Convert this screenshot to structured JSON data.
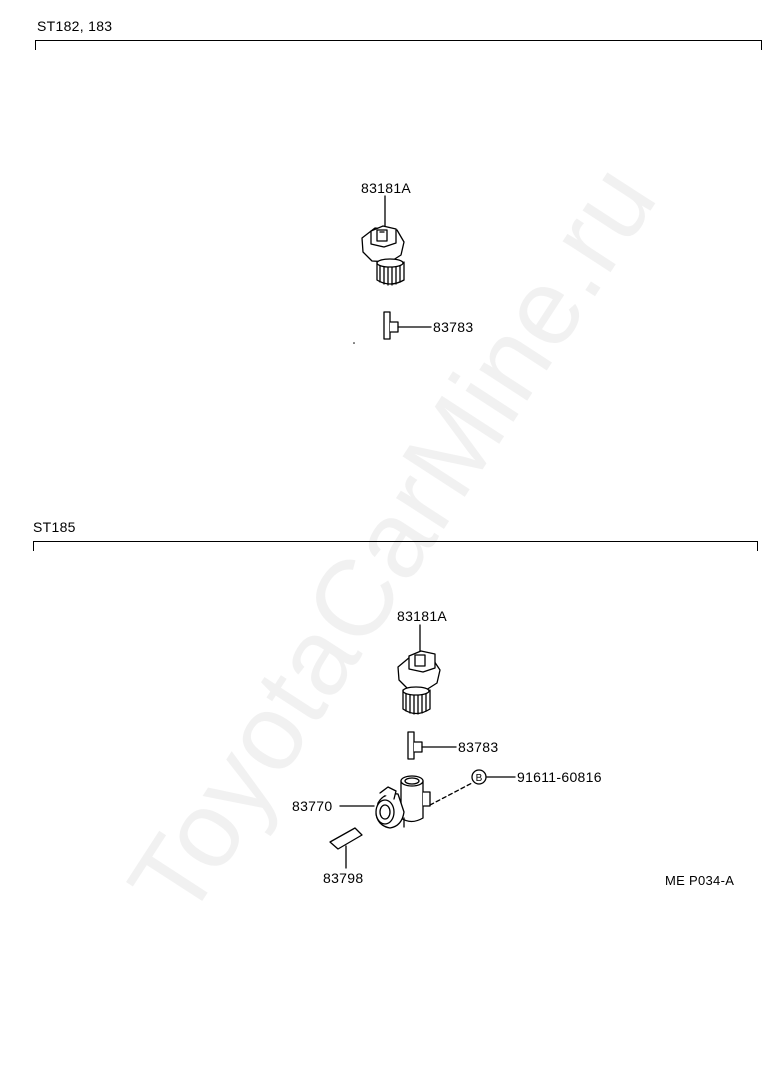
{
  "watermark": "ToyotaCarMine.ru",
  "sections": [
    {
      "title": "ST182, 183",
      "parts": {
        "sender": "83181A",
        "clip": "83783"
      }
    },
    {
      "title": "ST185",
      "parts": {
        "sender": "83181A",
        "clip": "83783",
        "bolt_marker": "B",
        "bolt": "91611-60816",
        "union": "83770",
        "bracket": "83798"
      }
    }
  ],
  "diagram_code": "ME P034-A"
}
